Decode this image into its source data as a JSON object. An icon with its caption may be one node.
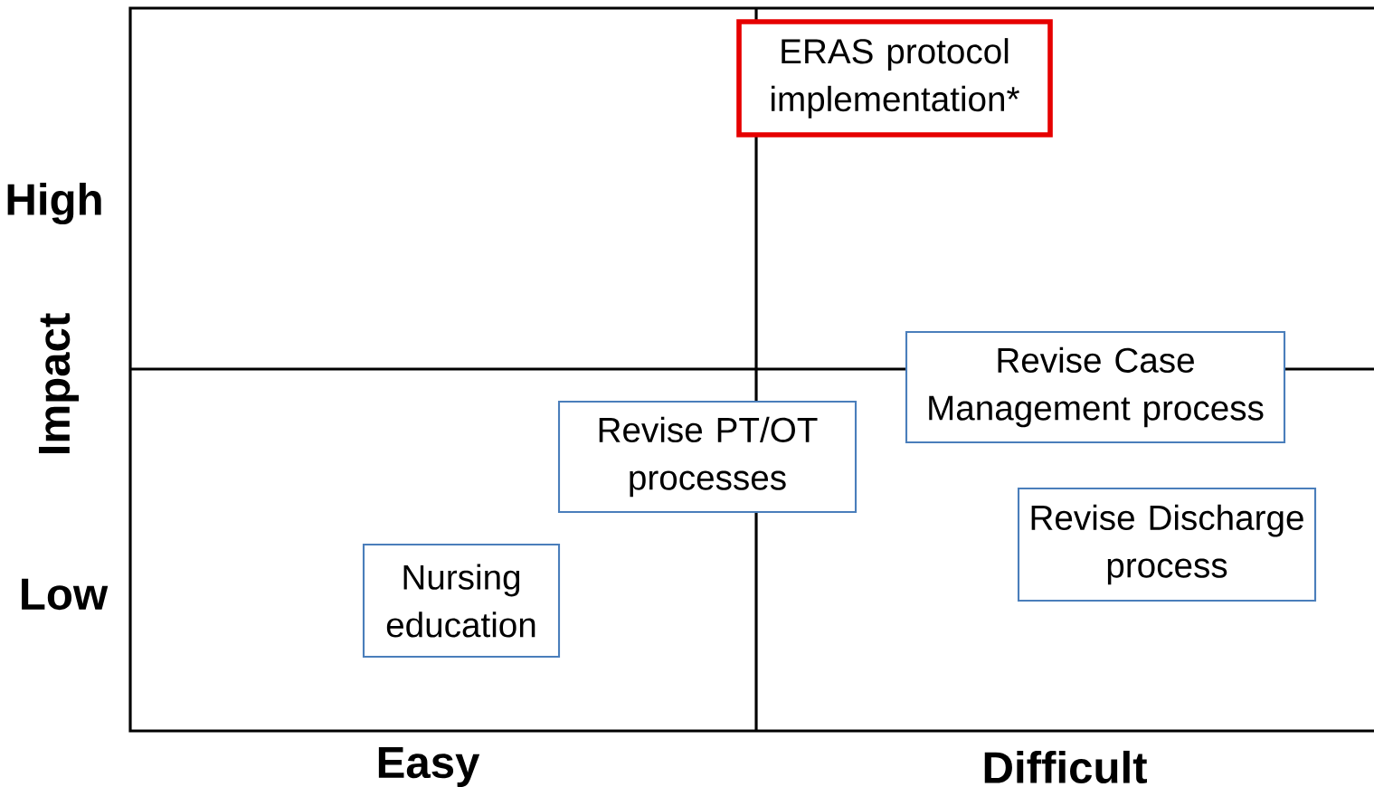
{
  "diagram": {
    "nodes": [
      {
        "text": [
          "ERAS protocol implementation*"
        ]
      },
      {
        "text": [
          "Revise Case Management process"
        ]
      },
      {
        "text": [
          "Revise PT/OT processes"
        ]
      },
      {
        "text": [
          "Revise Discharge process"
        ]
      },
      {
        "text": [
          "Nursing education"
        ]
      }
    ],
    "labels": [
      "High",
      "Impact",
      "Low",
      "Easy",
      "Difficult"
    ]
  }
}
